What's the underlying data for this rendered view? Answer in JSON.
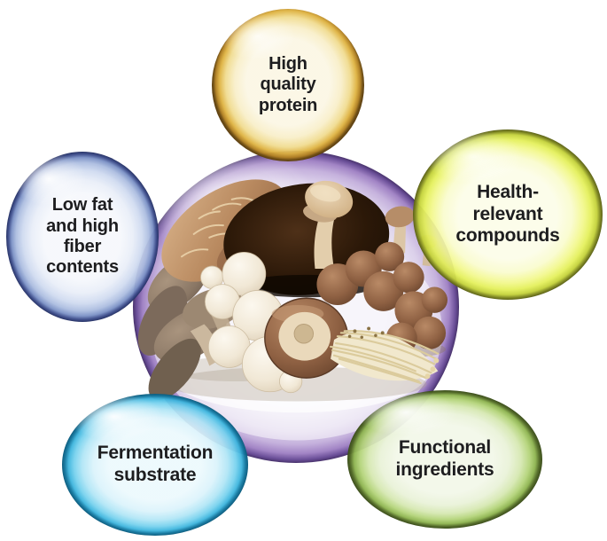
{
  "figure": {
    "type": "bubble-diagram",
    "background_color": "#ffffff",
    "text_color": "#1d1d1f",
    "center": {
      "id": "mushroom-assortment",
      "alt": "Assorted edible mushrooms: portobello, shiitake, white button, oyster, cremini and enoki",
      "fill_color": "#ebe6f4",
      "ring_color": "#9b7cc0"
    },
    "bubbles": [
      {
        "id": "high-quality-protein",
        "position": "top",
        "label": "High\nquality\nprotein",
        "fill_color": "#faf5e2",
        "ring_color": "#ddb142",
        "edge_color": "#6e4d12"
      },
      {
        "id": "health-relevant-compounds",
        "position": "right",
        "label": "Health-\nrelevant\ncompounds",
        "fill_color": "#fcfde8",
        "ring_color": "#e4f05c",
        "edge_color": "#5a6016"
      },
      {
        "id": "low-fat-high-fiber",
        "position": "left",
        "label": "Low fat\nand high\nfiber\ncontents",
        "fill_color": "#f6f8fc",
        "ring_color": "#7c92c6",
        "edge_color": "#243064"
      },
      {
        "id": "fermentation-substrate",
        "position": "bottom-left",
        "label": "Fermentation\nsubstrate",
        "fill_color": "#ecf9fd",
        "ring_color": "#40b6de",
        "edge_color": "#0a5a7c"
      },
      {
        "id": "functional-ingredients",
        "position": "bottom-right",
        "label": "Functional\ningredients",
        "fill_color": "#f2f7e8",
        "ring_color": "#8eb450",
        "edge_color": "#384a18"
      }
    ]
  }
}
